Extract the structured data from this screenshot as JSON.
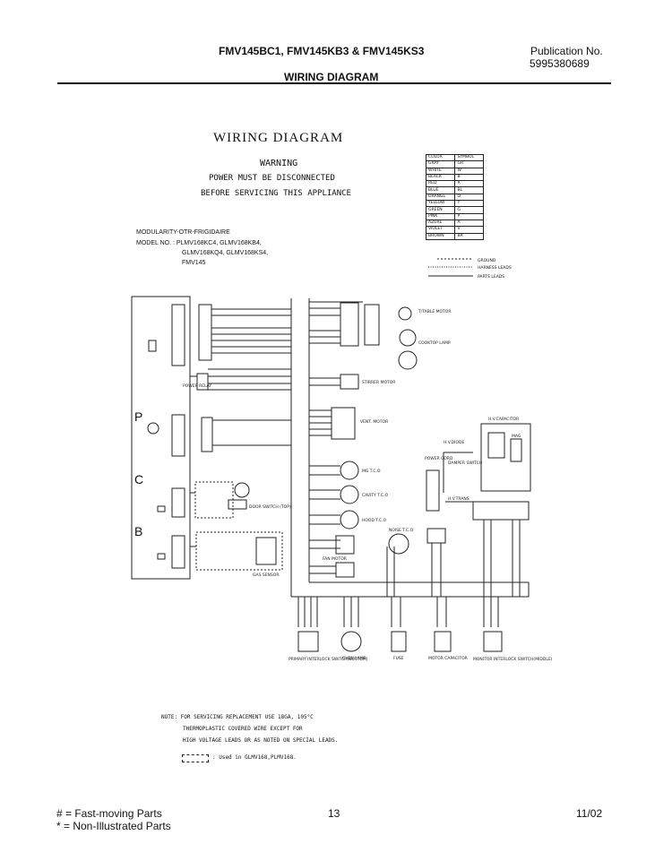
{
  "header": {
    "models": "FMV145BC1, FMV145KB3 & FMV145KS3",
    "section": "WIRING DIAGRAM",
    "publication_label": "Publication No.",
    "publication_number": "5995380689"
  },
  "diagram": {
    "title": "WIRING DIAGRAM",
    "warning_lines": [
      "WARNING",
      "POWER MUST BE DISCONNECTED",
      "BEFORE SERVICING THIS APPLIANCE"
    ],
    "modularity": "MODULARITY-OTR-FRIGIDAIRE",
    "model_no_lines": [
      "MODEL NO. : PLMV168KC4, GLMV168KB4,",
      "GLMV168KQ4, GLMV168KS4,",
      "FMV145"
    ],
    "color_legend": {
      "headers": [
        "COLOR",
        "SYMBOL"
      ],
      "rows": [
        [
          "GRAY",
          "GR"
        ],
        [
          "WHITE",
          "W"
        ],
        [
          "BLACK",
          "B"
        ],
        [
          "RED",
          "R"
        ],
        [
          "BLUE",
          "BL"
        ],
        [
          "ORANGE",
          "O"
        ],
        [
          "YELLOW",
          "Y"
        ],
        [
          "GREEN",
          "G"
        ],
        [
          "PINK",
          "P"
        ],
        [
          "AZURE",
          "A"
        ],
        [
          "VIOLET",
          "V"
        ],
        [
          "BROWN",
          "BR"
        ]
      ]
    },
    "line_legend": [
      "GROUND",
      "HARNESS LEADS",
      "PARTS LEADS"
    ],
    "section_letters": [
      "P",
      "C",
      "B"
    ],
    "labels": {
      "power_relay": "POWER RELAY",
      "turntable_motor": "T/TABLE MOTOR",
      "cooktop_lamp": "COOKTOP LAMP",
      "stirrer_motor": "STIRRER MOTOR",
      "vent_motor": "VENT. MOTOR",
      "mg_tco": "MG T.C.O",
      "cavity_tco": "CAVITY T.C.O",
      "hood_tco": "HOOD T.C.O",
      "fan_motor": "FAN MOTOR",
      "hv_capacitor": "H.V.CAPACITOR",
      "hv_diode": "H.V.DIODE",
      "hv_trans": "H.V.TRANS",
      "mag": "MAG",
      "power_cord": "POWER CORD",
      "damper_switch": "DAMPER SWITCH",
      "gas_sensor": "GAS SENSOR",
      "door_switch": "DOOR SWITCH (TOP)",
      "primary_interlock": "PRIMARY INTERLOCK SWITCH(BOTTOM)",
      "oven_lamp": "OVEN LAMP",
      "fuse": "FUSE",
      "motor_capacitor": "MOTOR CAPACITOR",
      "monitor_interlock": "MONITOR INTERLOCK SWITCH(MIDDLE)",
      "noise_tco": "NOISE T.C.O"
    },
    "note_lines": [
      "NOTE: FOR SERVICING REPLACEMENT USE 18GA, 105°C",
      "THERMOPLASTIC COVERED WIRE EXCEPT FOR",
      "HIGH VOLTAGE LEADS OR AS NOTED ON SPECIAL LEADS."
    ],
    "used_note": ": Used in GLMV168,PLMV168."
  },
  "footer": {
    "fast_moving": "# = Fast-moving Parts",
    "non_illustrated": "* = Non-Illustrated Parts",
    "page_number": "13",
    "date": "11/02"
  }
}
